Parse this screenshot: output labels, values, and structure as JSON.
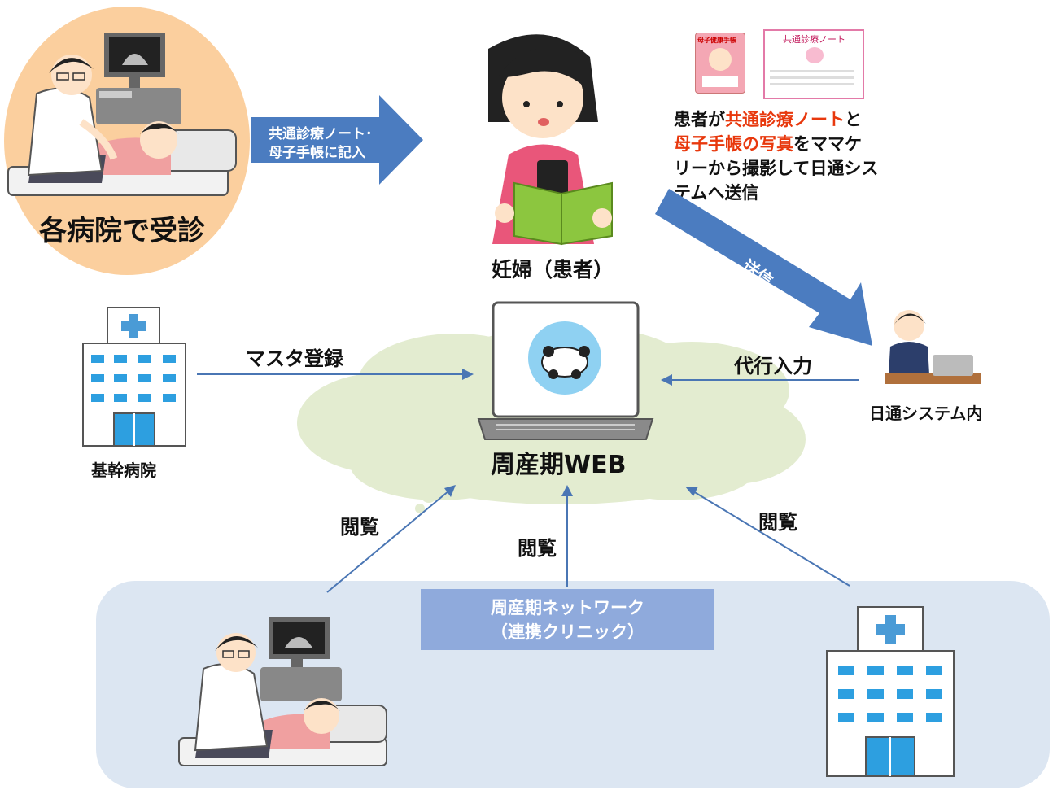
{
  "hospitals_visit": {
    "label": "各病院で受診"
  },
  "record_arrow": {
    "line1": "共通診療ノート･",
    "line2": "母子手帳に記入"
  },
  "patient": {
    "label": "妊婦（患者）"
  },
  "booklets": {
    "mch_handbook_title": "母子健康手帳",
    "common_note_title": "共通診療ノート"
  },
  "description": {
    "p1": "患者が",
    "h1": "共通診療ノート",
    "p2": "と",
    "h2": "母子手帳の写真",
    "p3": "をママケ",
    "line3": "リーから撮影して日通シス",
    "line4": "テムへ送信"
  },
  "send_arrow": {
    "label": "送信"
  },
  "core_hospital": {
    "label": "基幹病院"
  },
  "master_arrow": {
    "label": "マスタ登録"
  },
  "proxy_arrow": {
    "label": "代行入力"
  },
  "nittsu": {
    "label": "日通システム内"
  },
  "web": {
    "label": "周産期WEB"
  },
  "view_left": {
    "label": "閲覧"
  },
  "view_center": {
    "label": "閲覧"
  },
  "view_right": {
    "label": "閲覧"
  },
  "network": {
    "line1": "周産期ネットワーク",
    "line2": "（連携クリニック）"
  },
  "colors": {
    "accent_red": "#e8380d",
    "arrow_blue": "#4b7cc0",
    "line_blue": "#4a76b4",
    "network_bg": "#dce6f2",
    "network_label_bg": "#8faadc",
    "peach": "#fbcf9e",
    "cloud": "#e3ecd0"
  }
}
